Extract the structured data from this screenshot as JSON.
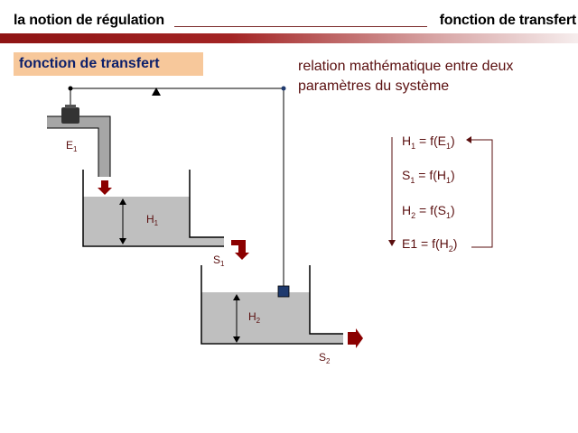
{
  "header": {
    "left_title": "la notion de régulation",
    "right_title": "fonction de transfert"
  },
  "subtitle": "fonction de transfert",
  "description": "relation mathématique entre deux paramètres du système",
  "equations": [
    {
      "base": "H",
      "base_sub": "1",
      "mid": " = f(E",
      "arg_sub": "1",
      "end": ")"
    },
    {
      "base": "S",
      "base_sub": "1",
      "mid": " = f(H",
      "arg_sub": "1",
      "end": ")"
    },
    {
      "base": "H",
      "base_sub": "2",
      "mid": " = f(S",
      "arg_sub": "1",
      "end": ")"
    },
    {
      "base": "E1",
      "base_sub": "",
      "mid": " = f(H",
      "arg_sub": "2",
      "end": ")"
    }
  ],
  "labels": {
    "e1": {
      "main": "E",
      "sub": "1"
    },
    "h1": {
      "main": "H",
      "sub": "1"
    },
    "s1": {
      "main": "S",
      "sub": "1"
    },
    "h2": {
      "main": "H",
      "sub": "2"
    },
    "s2": {
      "main": "S",
      "sub": "2"
    }
  },
  "colors": {
    "water": "#bfbfbf",
    "pipe": "#a6a6a6",
    "arrow": "#8b0000",
    "sensor": "#1f3a6e",
    "accent_text": "#5a0f0f",
    "subtitle_bg": "#f7c89b"
  }
}
